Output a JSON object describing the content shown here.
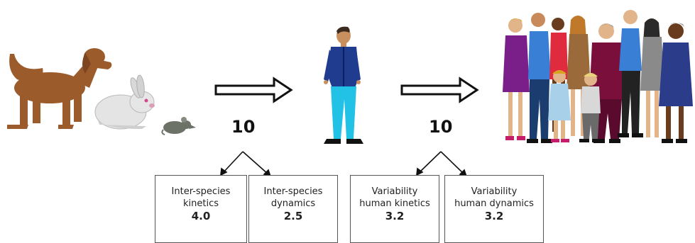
{
  "factors": {
    "left": "10",
    "right": "10"
  },
  "boxes": {
    "inter_kinetics": {
      "line1": "Inter-species",
      "line2": "kinetics",
      "value": "4.0"
    },
    "inter_dynamics": {
      "line1": "Inter-species",
      "line2": "dynamics",
      "value": "2.5"
    },
    "var_kinetics": {
      "line1": "Variability",
      "line2": "human kinetics",
      "value": "3.2"
    },
    "var_dynamics": {
      "line1": "Variability",
      "line2": "human dynamics",
      "value": "3.2"
    }
  },
  "colors": {
    "dog": "#9c5b2b",
    "rabbit": "#e4e4e4",
    "mouse": "#6d7268",
    "man_shirt": "#1f3c8f",
    "man_trousers": "#22c2e6"
  },
  "icons": [
    "dog-icon",
    "rabbit-icon",
    "mouse-icon",
    "man-icon",
    "crowd-icon",
    "arrow-right-icon"
  ]
}
